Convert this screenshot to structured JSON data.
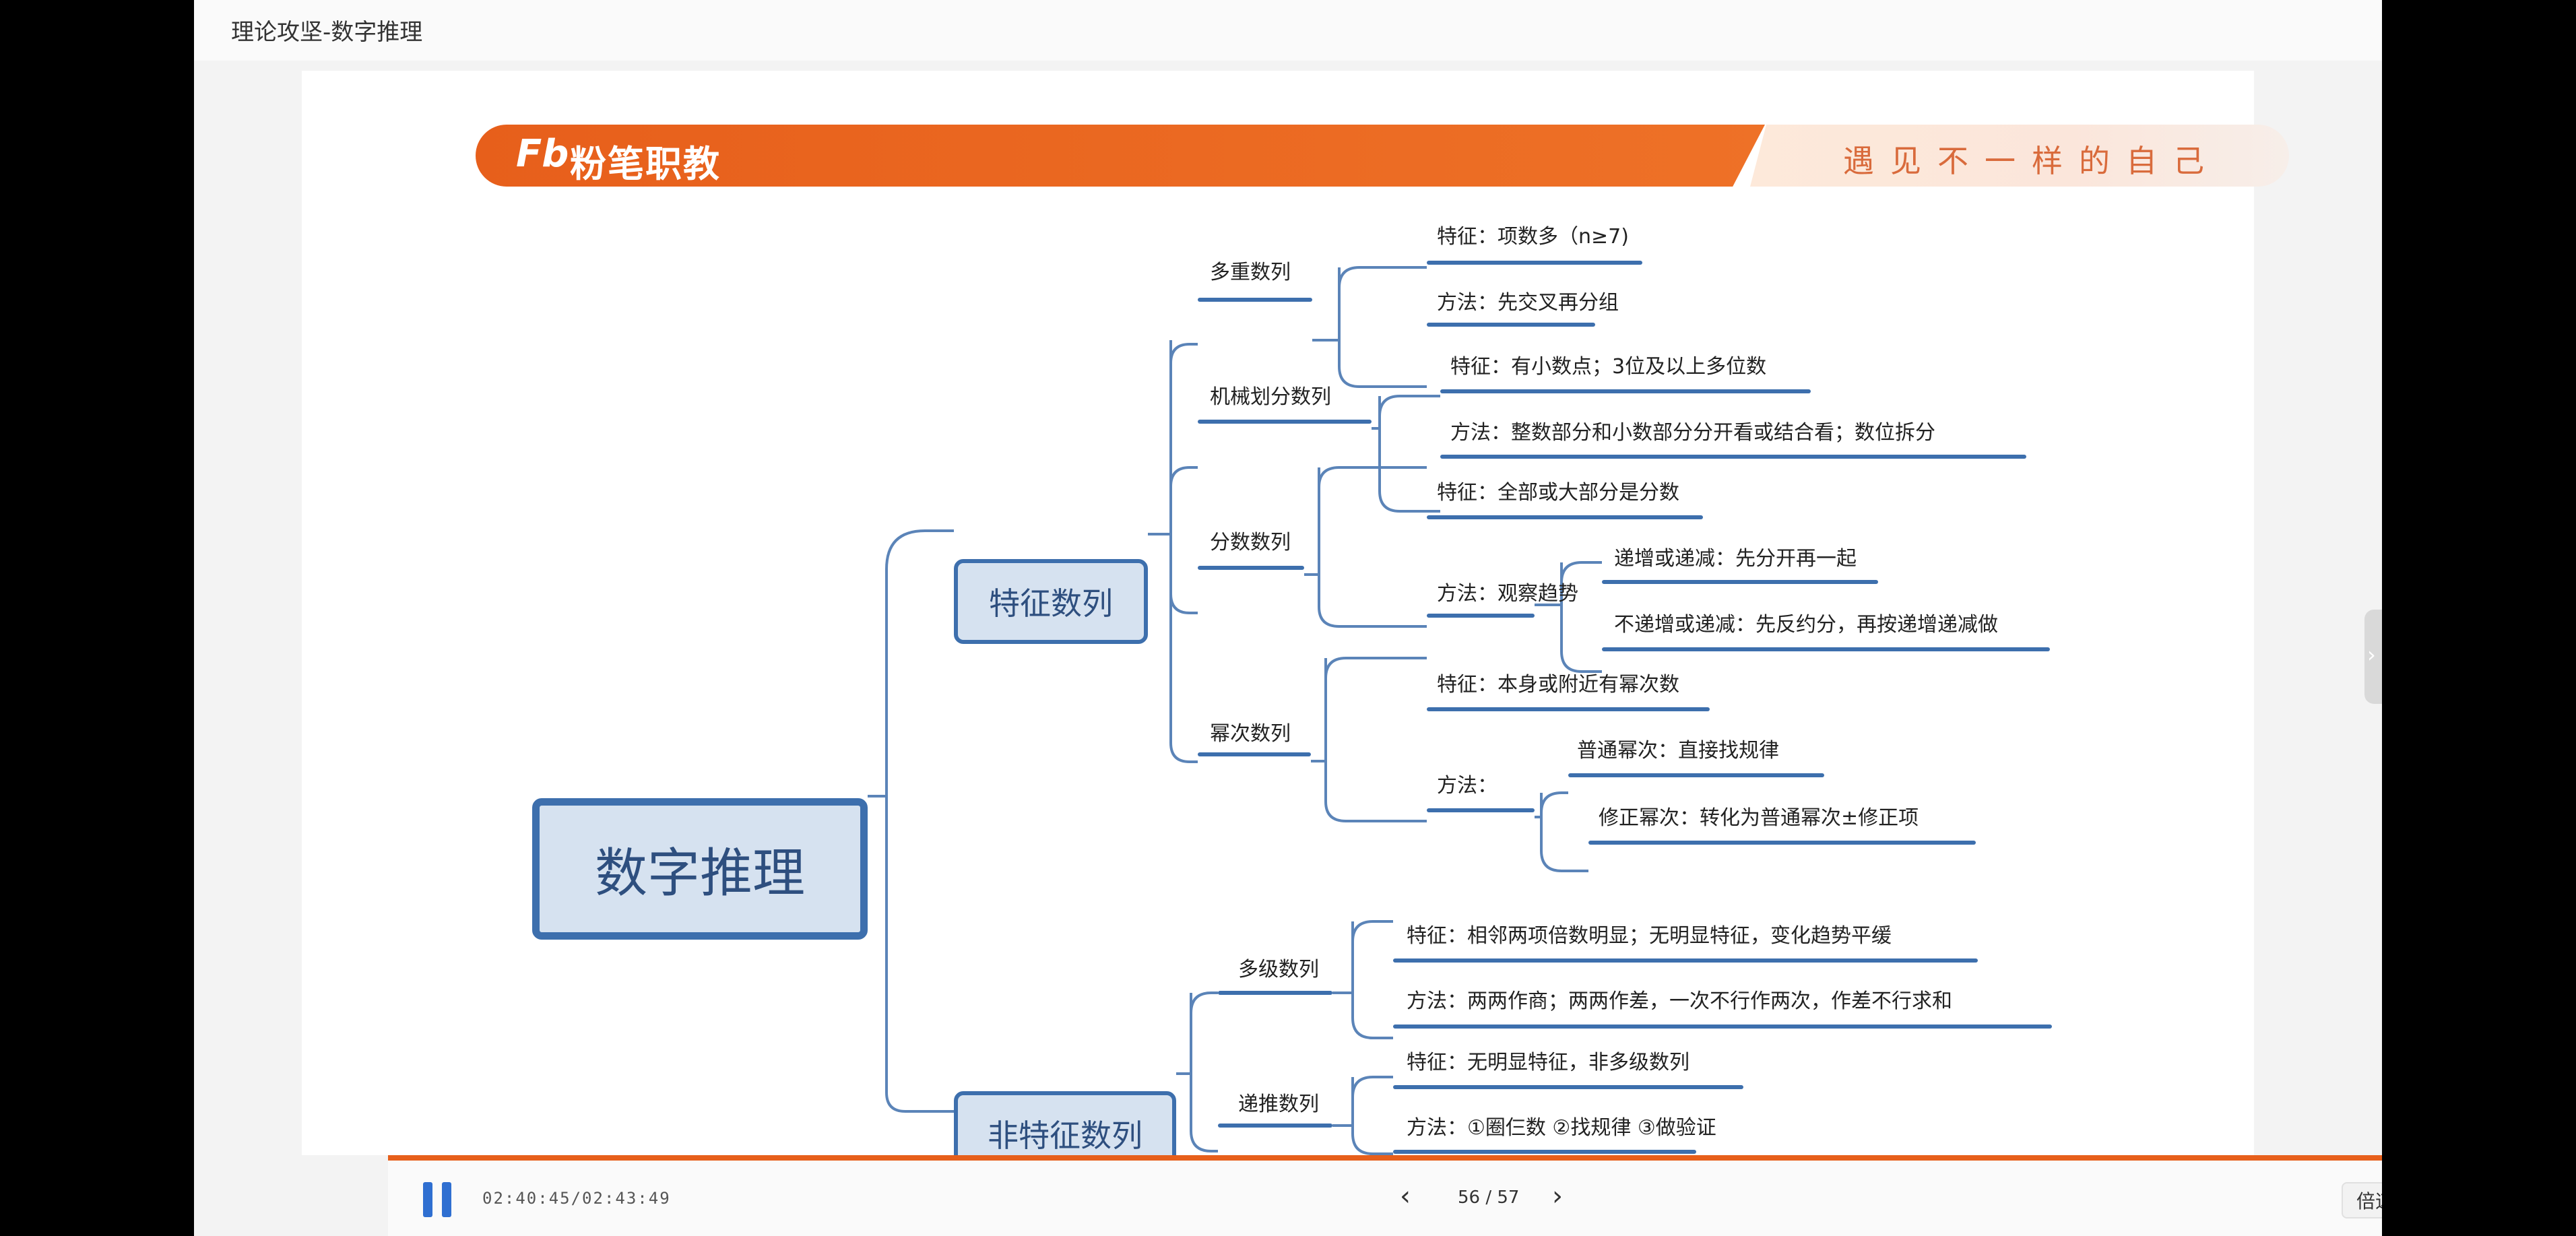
{
  "window": {
    "title": "理论攻坚-数字推理"
  },
  "banner": {
    "logo_mark": "Fb",
    "logo_text": "粉笔职教",
    "slogan": "遇见不一样的自己"
  },
  "mindmap": {
    "root": "数字推理",
    "branches": [
      {
        "label": "特征数列",
        "children": [
          {
            "label": "多重数列",
            "items": [
              "特征：项数多（n≥7)",
              "方法：先交叉再分组"
            ]
          },
          {
            "label": "机械划分数列",
            "items": [
              "特征：有小数点；3位及以上多位数",
              "方法：整数部分和小数部分分开看或结合看；数位拆分"
            ]
          },
          {
            "label": "分数数列",
            "items": [
              "特征：全部或大部分是分数",
              "方法：观察趋势"
            ],
            "sub": [
              "递增或递减：先分开再一起",
              "不递增或递减：先反约分，再按递增递减做"
            ]
          },
          {
            "label": "幂次数列",
            "items": [
              "特征：本身或附近有幂次数",
              "方法："
            ],
            "sub": [
              "普通幂次：直接找规律",
              "修正幂次：转化为普通幂次±修正项"
            ]
          }
        ]
      },
      {
        "label": "非特征数列",
        "children": [
          {
            "label": "多级数列",
            "items": [
              "特征：相邻两项倍数明显；无明显特征，变化趋势平缓",
              "方法：两两作商；两两作差，一次不行作两次，作差不行求和"
            ]
          },
          {
            "label": "递推数列",
            "items": [
              "特征：无明显特征，非多级数列",
              "方法：①圈仨数 ②找规律 ③做验证"
            ]
          }
        ]
      }
    ]
  },
  "player": {
    "time": "02:40:45/02:43:49",
    "progress": 0.982,
    "page": "56 / 57",
    "speed_label": "倍速",
    "accent": "#e75f1b",
    "play_color": "#2f6fd1",
    "icons": {
      "pause": "pause-icon",
      "prev": "chevron-left-icon",
      "next": "chevron-right-icon",
      "volume": "volume-icon",
      "fullscreen": "fullscreen-icon"
    }
  }
}
